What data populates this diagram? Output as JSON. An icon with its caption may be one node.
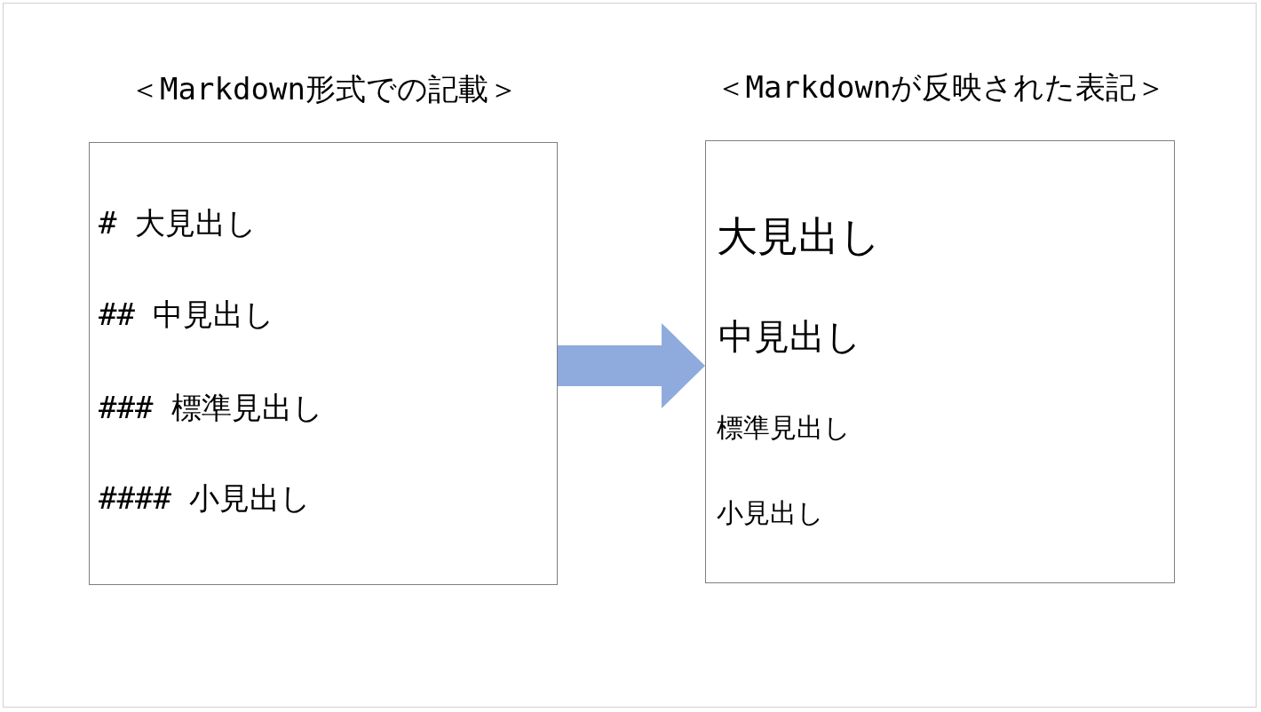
{
  "diagram": {
    "nodes": [
      {
        "text": [
          "＜Markdown形式での記載＞",
          "# 大見出し",
          "## 中見出し",
          "### 標準見出し",
          "#### 小見出し"
        ]
      },
      {
        "text": [
          "＜Markdownが反映された表記＞",
          "大見出し",
          "中見出し",
          "標準見出し",
          "小見出し"
        ]
      }
    ],
    "edges": [
      {
        "from": 0,
        "to": 1,
        "arrow": "to"
      }
    ]
  }
}
